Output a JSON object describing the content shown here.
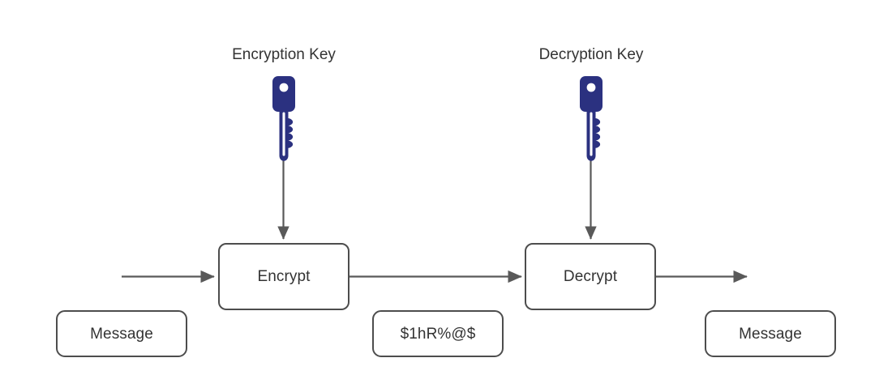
{
  "diagram": {
    "title": "Symmetric-style encryption and decryption flow",
    "background_color": "#ffffff",
    "stroke_color": "#4d4d4d",
    "text_color": "#333333",
    "key_color": "#2b3180",
    "arrow_color": "#595959"
  },
  "labels": {
    "encryption_key": "Encryption Key",
    "decryption_key": "Decryption Key"
  },
  "nodes": {
    "encrypt": "Encrypt",
    "decrypt": "Decrypt",
    "message_in": "Message",
    "ciphertext": "$1hR%@$",
    "message_out": "Message"
  },
  "icons": {
    "encryption_key_icon": "key-icon",
    "decryption_key_icon": "key-icon"
  },
  "connectors": [
    {
      "name": "input-to-encrypt",
      "from": "message-in",
      "to": "encrypt",
      "arrowhead": "filled-triangle"
    },
    {
      "name": "encrypt-to-decrypt",
      "from": "encrypt",
      "to": "decrypt",
      "arrowhead": "filled-triangle"
    },
    {
      "name": "decrypt-to-output",
      "from": "decrypt",
      "to": "message-out",
      "arrowhead": "filled-triangle"
    },
    {
      "name": "encryption-key-to-encrypt",
      "from": "encryption-key",
      "to": "encrypt",
      "arrowhead": "filled-triangle"
    },
    {
      "name": "decryption-key-to-decrypt",
      "from": "decryption-key",
      "to": "decrypt",
      "arrowhead": "filled-triangle"
    }
  ]
}
